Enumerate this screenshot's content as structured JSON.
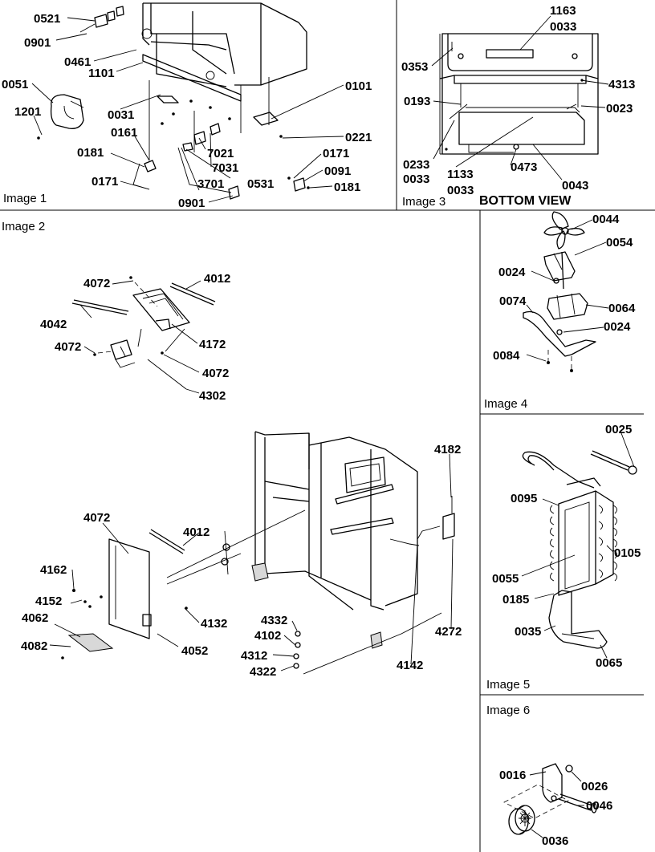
{
  "panels": [
    {
      "id": "image1",
      "caption": "Image 1"
    },
    {
      "id": "image2",
      "caption": "Image 2"
    },
    {
      "id": "image3",
      "caption": "Image 3",
      "subtitle": "BOTTOM VIEW"
    },
    {
      "id": "image4",
      "caption": "Image 4"
    },
    {
      "id": "image5",
      "caption": "Image 5"
    },
    {
      "id": "image6",
      "caption": "Image 6"
    }
  ],
  "image1_parts": [
    "0521",
    "0901",
    "0461",
    "1101",
    "0051",
    "1201",
    "0031",
    "0161",
    "0181",
    "0171",
    "0101",
    "0221",
    "7021",
    "7031",
    "0531",
    "3701",
    "0901",
    "0171",
    "0091",
    "0181"
  ],
  "image2_parts": [
    "4072",
    "4012",
    "4042",
    "4072",
    "4172",
    "4072",
    "4302",
    "4182",
    "4072",
    "4012",
    "4162",
    "4152",
    "4062",
    "4082",
    "4132",
    "4052",
    "4332",
    "4102",
    "4312",
    "4322",
    "4142",
    "4272"
  ],
  "image3_parts": [
    "1163",
    "0033",
    "0353",
    "4313",
    "0193",
    "0023",
    "0233",
    "0033",
    "1133",
    "0033",
    "0473",
    "0043"
  ],
  "image4_parts": [
    "0044",
    "0054",
    "0024",
    "0074",
    "0064",
    "0024",
    "0084"
  ],
  "image5_parts": [
    "0025",
    "0095",
    "0105",
    "0055",
    "0185",
    "0035",
    "0065"
  ],
  "image6_parts": [
    "0016",
    "0026",
    "0046",
    "0036"
  ]
}
